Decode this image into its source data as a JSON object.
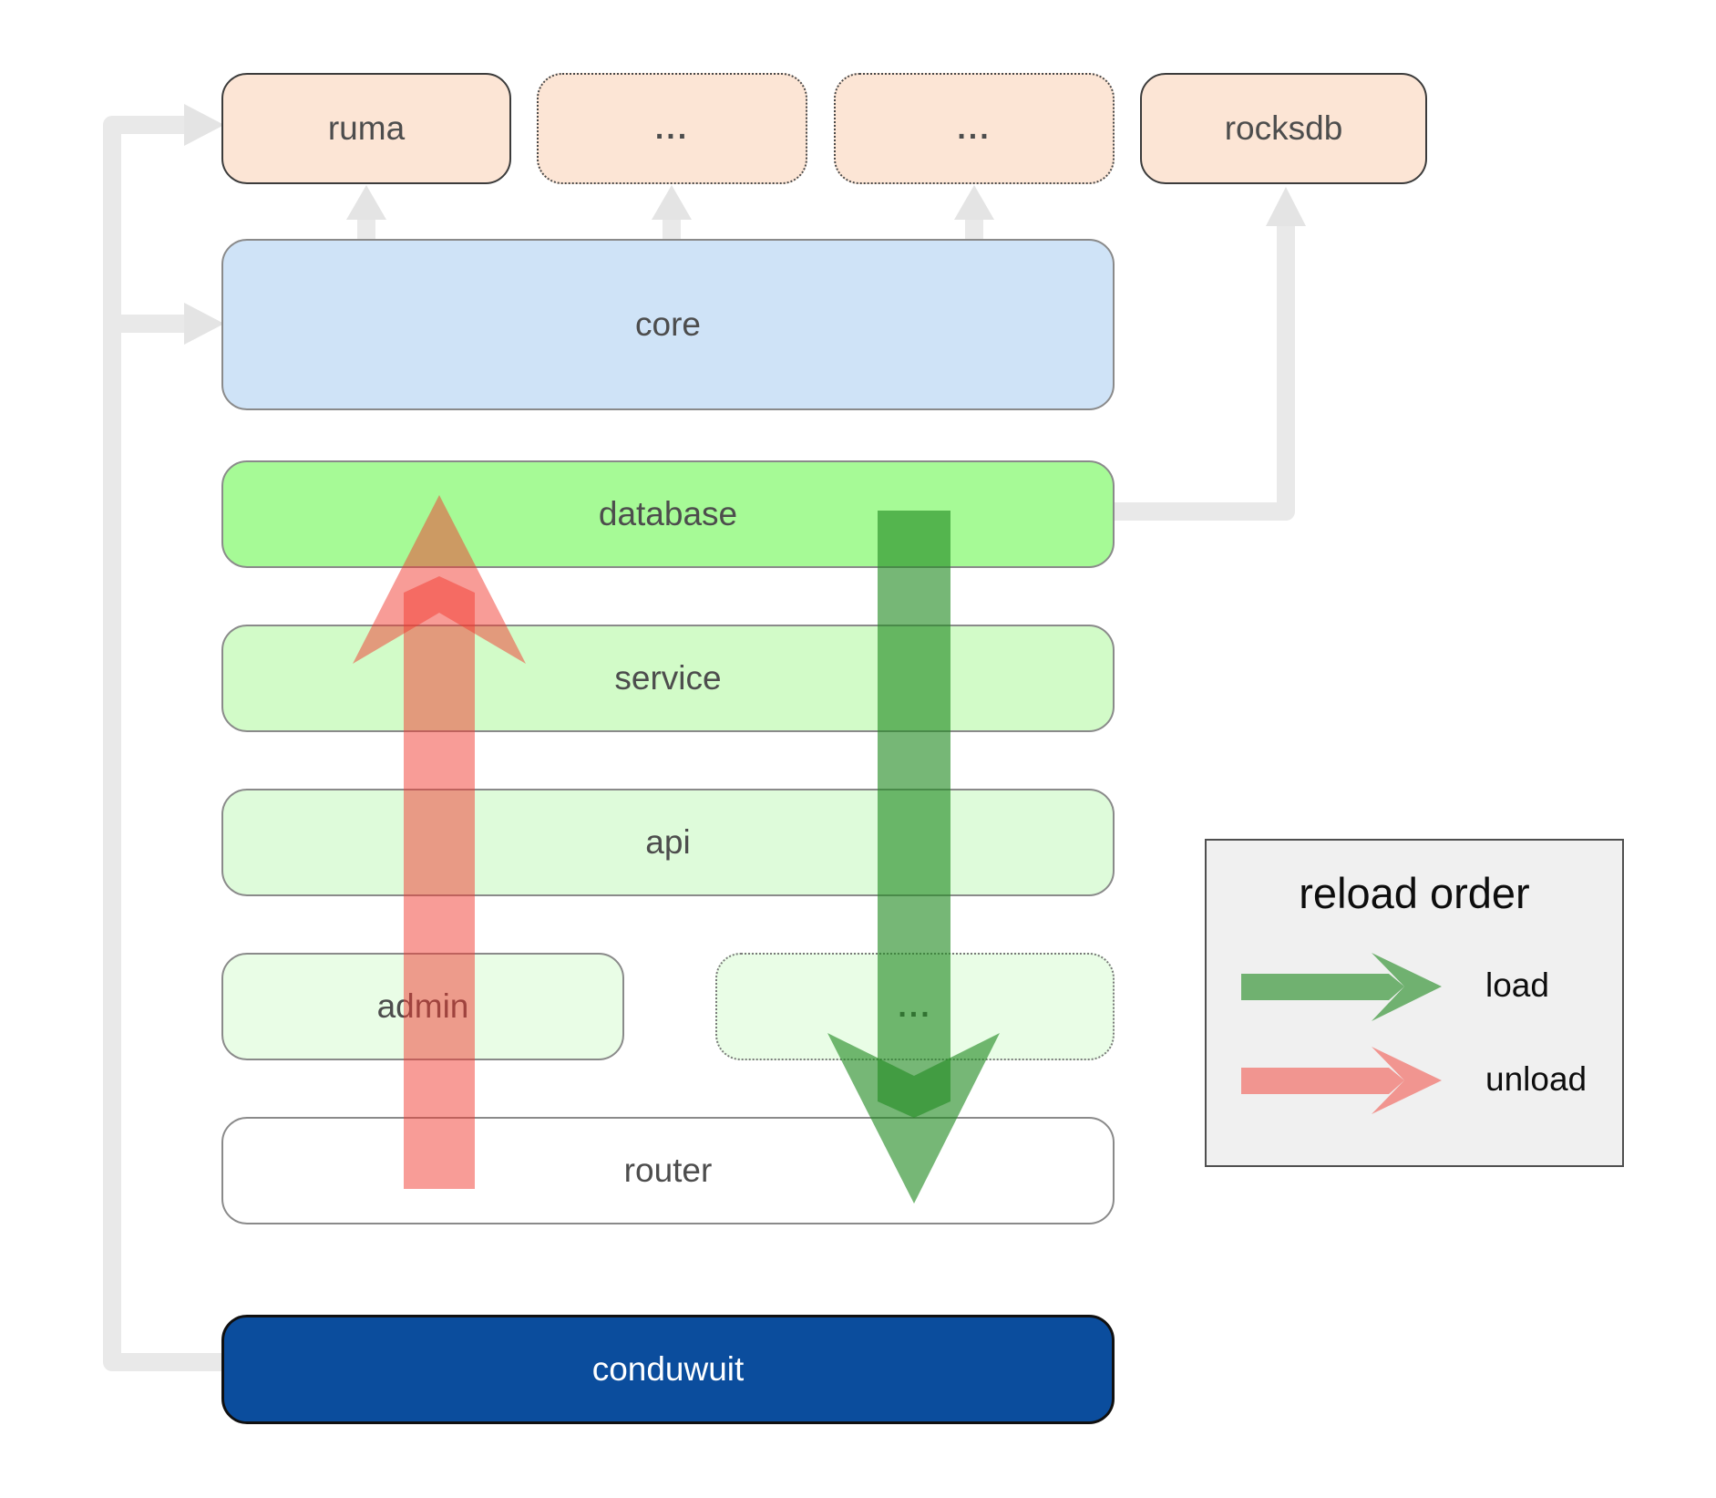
{
  "boxes": {
    "ruma": "ruma",
    "ellipsis1": "...",
    "ellipsis2": "...",
    "rocksdb": "rocksdb",
    "core": "core",
    "database": "database",
    "service": "service",
    "api": "api",
    "admin": "admin",
    "adminEllipsis": "...",
    "router": "router",
    "conduwuit": "conduwuit"
  },
  "legend": {
    "title": "reload order",
    "load_label": "load",
    "unload_label": "unload"
  },
  "colors": {
    "peach": "#fce5d5",
    "core_blue": "#cfe3f7",
    "database_green": "#a6fa96",
    "service_green": "#d2fbc8",
    "api_green": "#defbda",
    "admin_green": "#e9fde6",
    "router_white": "#ffffff",
    "conduwuit_blue": "#0b4d9d",
    "load_green": "#228b22",
    "unload_red": "#f23a30",
    "connector_gray": "#e9e9e9",
    "label_gray": "#4d4d4d"
  }
}
